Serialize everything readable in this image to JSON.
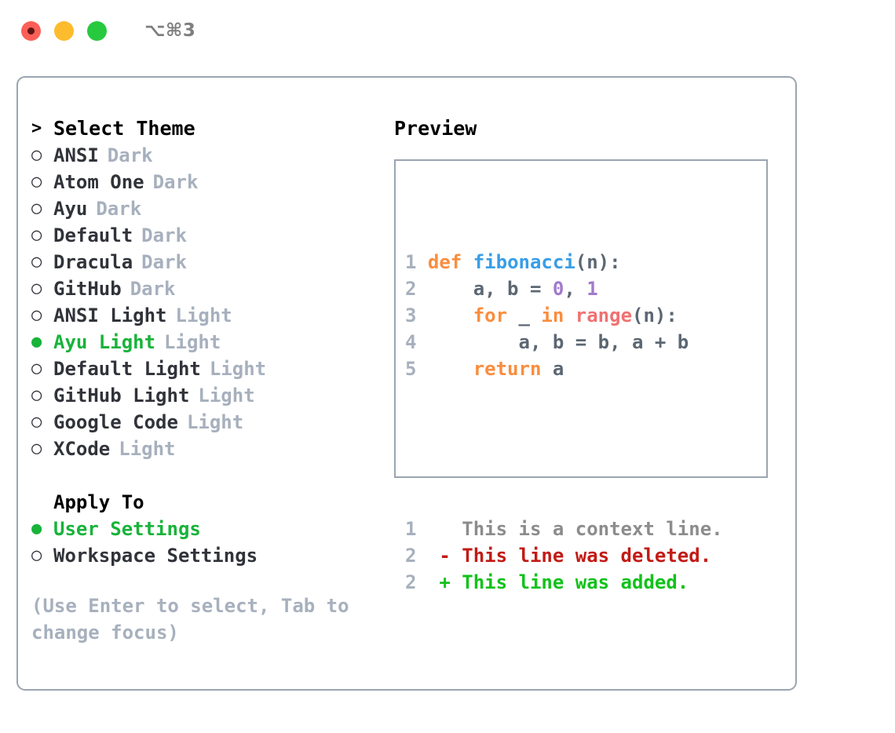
{
  "titlebar": {
    "shortcut": "⌥⌘3",
    "traffic_lights": [
      "close",
      "minimize",
      "maximize"
    ]
  },
  "theme_picker": {
    "header_prefix": ">",
    "header_label": "Select Theme",
    "bullet_selected": "●",
    "bullet_unselected": "○",
    "items": [
      {
        "name": "ANSI",
        "tag": "Dark",
        "selected": false
      },
      {
        "name": "Atom One",
        "tag": "Dark",
        "selected": false
      },
      {
        "name": "Ayu",
        "tag": "Dark",
        "selected": false
      },
      {
        "name": "Default",
        "tag": "Dark",
        "selected": false
      },
      {
        "name": "Dracula",
        "tag": "Dark",
        "selected": false
      },
      {
        "name": "GitHub",
        "tag": "Dark",
        "selected": false
      },
      {
        "name": "ANSI Light",
        "tag": "Light",
        "selected": false
      },
      {
        "name": "Ayu Light",
        "tag": "Light",
        "selected": true
      },
      {
        "name": "Default Light",
        "tag": "Light",
        "selected": false
      },
      {
        "name": "GitHub Light",
        "tag": "Light",
        "selected": false
      },
      {
        "name": "Google Code",
        "tag": "Light",
        "selected": false
      },
      {
        "name": "XCode",
        "tag": "Light",
        "selected": false
      }
    ]
  },
  "apply_to": {
    "title": "Apply To",
    "options": [
      {
        "label": "User Settings",
        "selected": true
      },
      {
        "label": "Workspace Settings",
        "selected": false
      }
    ]
  },
  "hint": "(Use Enter to select, Tab to change focus)",
  "preview": {
    "title": "Preview",
    "code_lines": [
      {
        "num": "1",
        "tokens": [
          {
            "t": "def",
            "c": "kw"
          },
          {
            "t": " ",
            "c": "punc"
          },
          {
            "t": "fibonacci",
            "c": "fn"
          },
          {
            "t": "(n):",
            "c": "punc"
          }
        ]
      },
      {
        "num": "2",
        "tokens": [
          {
            "t": "    a, b = ",
            "c": "var"
          },
          {
            "t": "0",
            "c": "num"
          },
          {
            "t": ", ",
            "c": "punc"
          },
          {
            "t": "1",
            "c": "num"
          }
        ]
      },
      {
        "num": "3",
        "tokens": [
          {
            "t": "    ",
            "c": "punc"
          },
          {
            "t": "for",
            "c": "kw"
          },
          {
            "t": " _ ",
            "c": "var"
          },
          {
            "t": "in",
            "c": "kw"
          },
          {
            "t": " ",
            "c": "punc"
          },
          {
            "t": "range",
            "c": "call"
          },
          {
            "t": "(n):",
            "c": "punc"
          }
        ]
      },
      {
        "num": "4",
        "tokens": [
          {
            "t": "        a, b = b, a + b",
            "c": "var"
          }
        ]
      },
      {
        "num": "5",
        "tokens": [
          {
            "t": "    ",
            "c": "punc"
          },
          {
            "t": "return",
            "c": "kw"
          },
          {
            "t": " a",
            "c": "var"
          }
        ]
      }
    ],
    "diff_lines": [
      {
        "num": "1",
        "marker": " ",
        "text": "This is a context line.",
        "kind": "ctx"
      },
      {
        "num": "2",
        "marker": "-",
        "text": "This line was deleted.",
        "kind": "del"
      },
      {
        "num": "2",
        "marker": "+",
        "text": "This line was added.",
        "kind": "add"
      }
    ]
  },
  "colors": {
    "accent_green": "#18b33a",
    "border": "#9aa5b1",
    "muted": "#a7b0bd",
    "keyword": "#fa8d3e",
    "function": "#399ee6",
    "number": "#a37acc",
    "call": "#f07171",
    "diff_delete": "#c21b15",
    "diff_add": "#11c21b"
  }
}
